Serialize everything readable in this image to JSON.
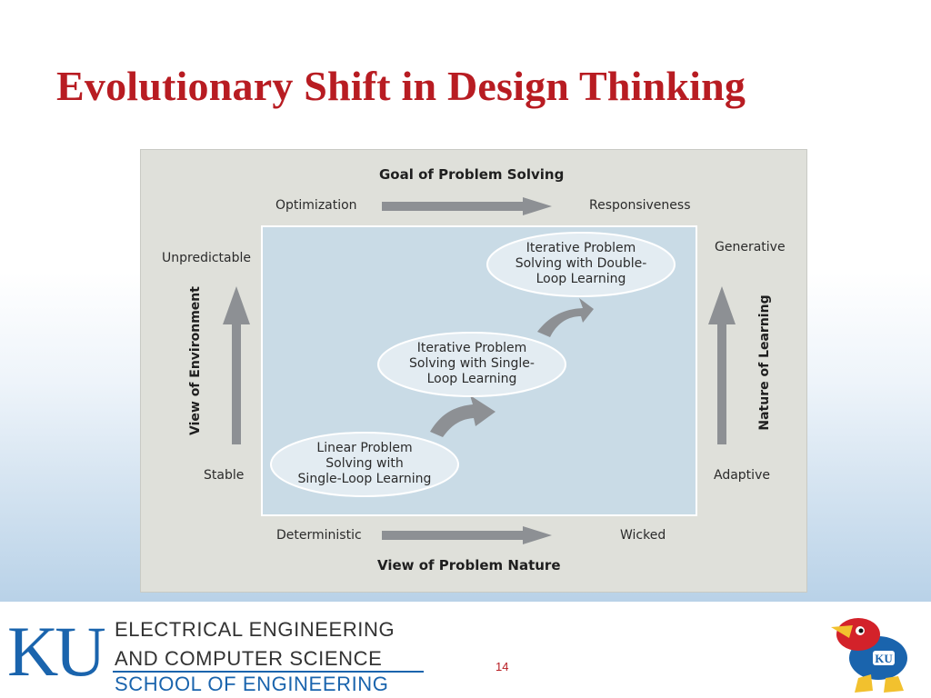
{
  "slide": {
    "title": "Evolutionary Shift in Design Thinking",
    "page_number": "14"
  },
  "diagram": {
    "top_axis_title": "Goal of Problem Solving",
    "top_axis_from": "Optimization",
    "top_axis_to": "Responsiveness",
    "bottom_axis_title": "View of Problem Nature",
    "bottom_axis_from": "Deterministic",
    "bottom_axis_to": "Wicked",
    "left_axis_title": "View of Environment",
    "left_axis_low": "Stable",
    "left_axis_high": "Unpredictable",
    "right_axis_title": "Nature of Learning",
    "right_axis_low": "Adaptive",
    "right_axis_high": "Generative",
    "stages": [
      "Linear Problem\nSolving with\nSingle-Loop Learning",
      "Iterative Problem\nSolving with Single-\nLoop Learning",
      "Iterative Problem\nSolving with Double-\nLoop Learning"
    ]
  },
  "footer": {
    "logo_text": "KU",
    "dept_line1": "ELECTRICAL ENGINEERING",
    "dept_line2": "AND COMPUTER SCIENCE",
    "dept_line3": "SCHOOL OF ENGINEERING",
    "mascot_badge": "KU"
  },
  "colors": {
    "title_red": "#b81c22",
    "ku_blue": "#1a64ad",
    "panel_blue": "#c9dbe6",
    "arrow_gray": "#8d9094"
  }
}
